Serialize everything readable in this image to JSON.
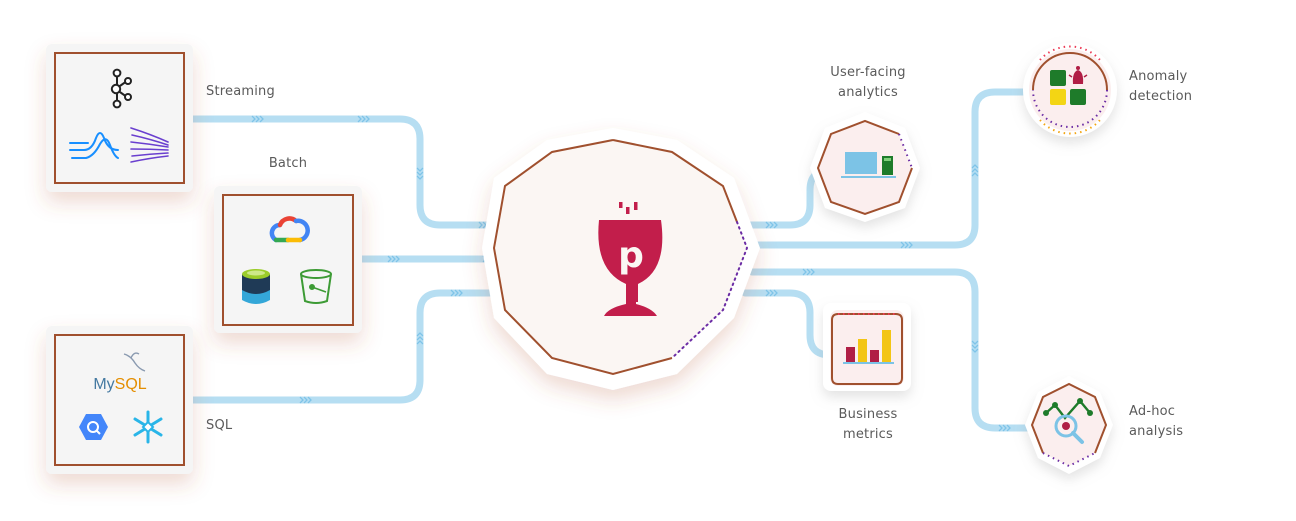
{
  "sources": {
    "streaming": {
      "label": "Streaming",
      "icons": [
        "kafka-icon",
        "pulsar-icon",
        "kinesis-icon"
      ]
    },
    "batch": {
      "label": "Batch",
      "icons": [
        "google-cloud-icon",
        "azure-data-lake-icon",
        "s3-bucket-icon"
      ]
    },
    "sql": {
      "label": "SQL",
      "mysql_text": "MySQL",
      "icons": [
        "mysql-icon",
        "bigquery-icon",
        "snowflake-icon"
      ]
    }
  },
  "core": {
    "icon": "pinot-wine-glass-logo",
    "logo_letter": "p"
  },
  "outputs": {
    "user_facing": {
      "label_line1": "User-facing",
      "label_line2": "analytics",
      "icon": "dashboard-icon"
    },
    "business": {
      "label_line1": "Business",
      "label_line2": "metrics",
      "icon": "bar-chart-icon"
    },
    "anomaly": {
      "label_line1": "Anomaly",
      "label_line2": "detection",
      "icon": "alert-grid-icon"
    },
    "adhoc": {
      "label_line1": "Ad-hoc",
      "label_line2": "analysis",
      "icon": "magnifier-chart-icon"
    }
  },
  "colors": {
    "pipe": "#b6def2",
    "pipe_arrow": "#7fc4e8",
    "frame": "#a0502e",
    "brand": "#c21e4b",
    "card_bg": "#f5f5f5",
    "output_bg": "#fbeeee",
    "label": "#5a5a5a"
  }
}
